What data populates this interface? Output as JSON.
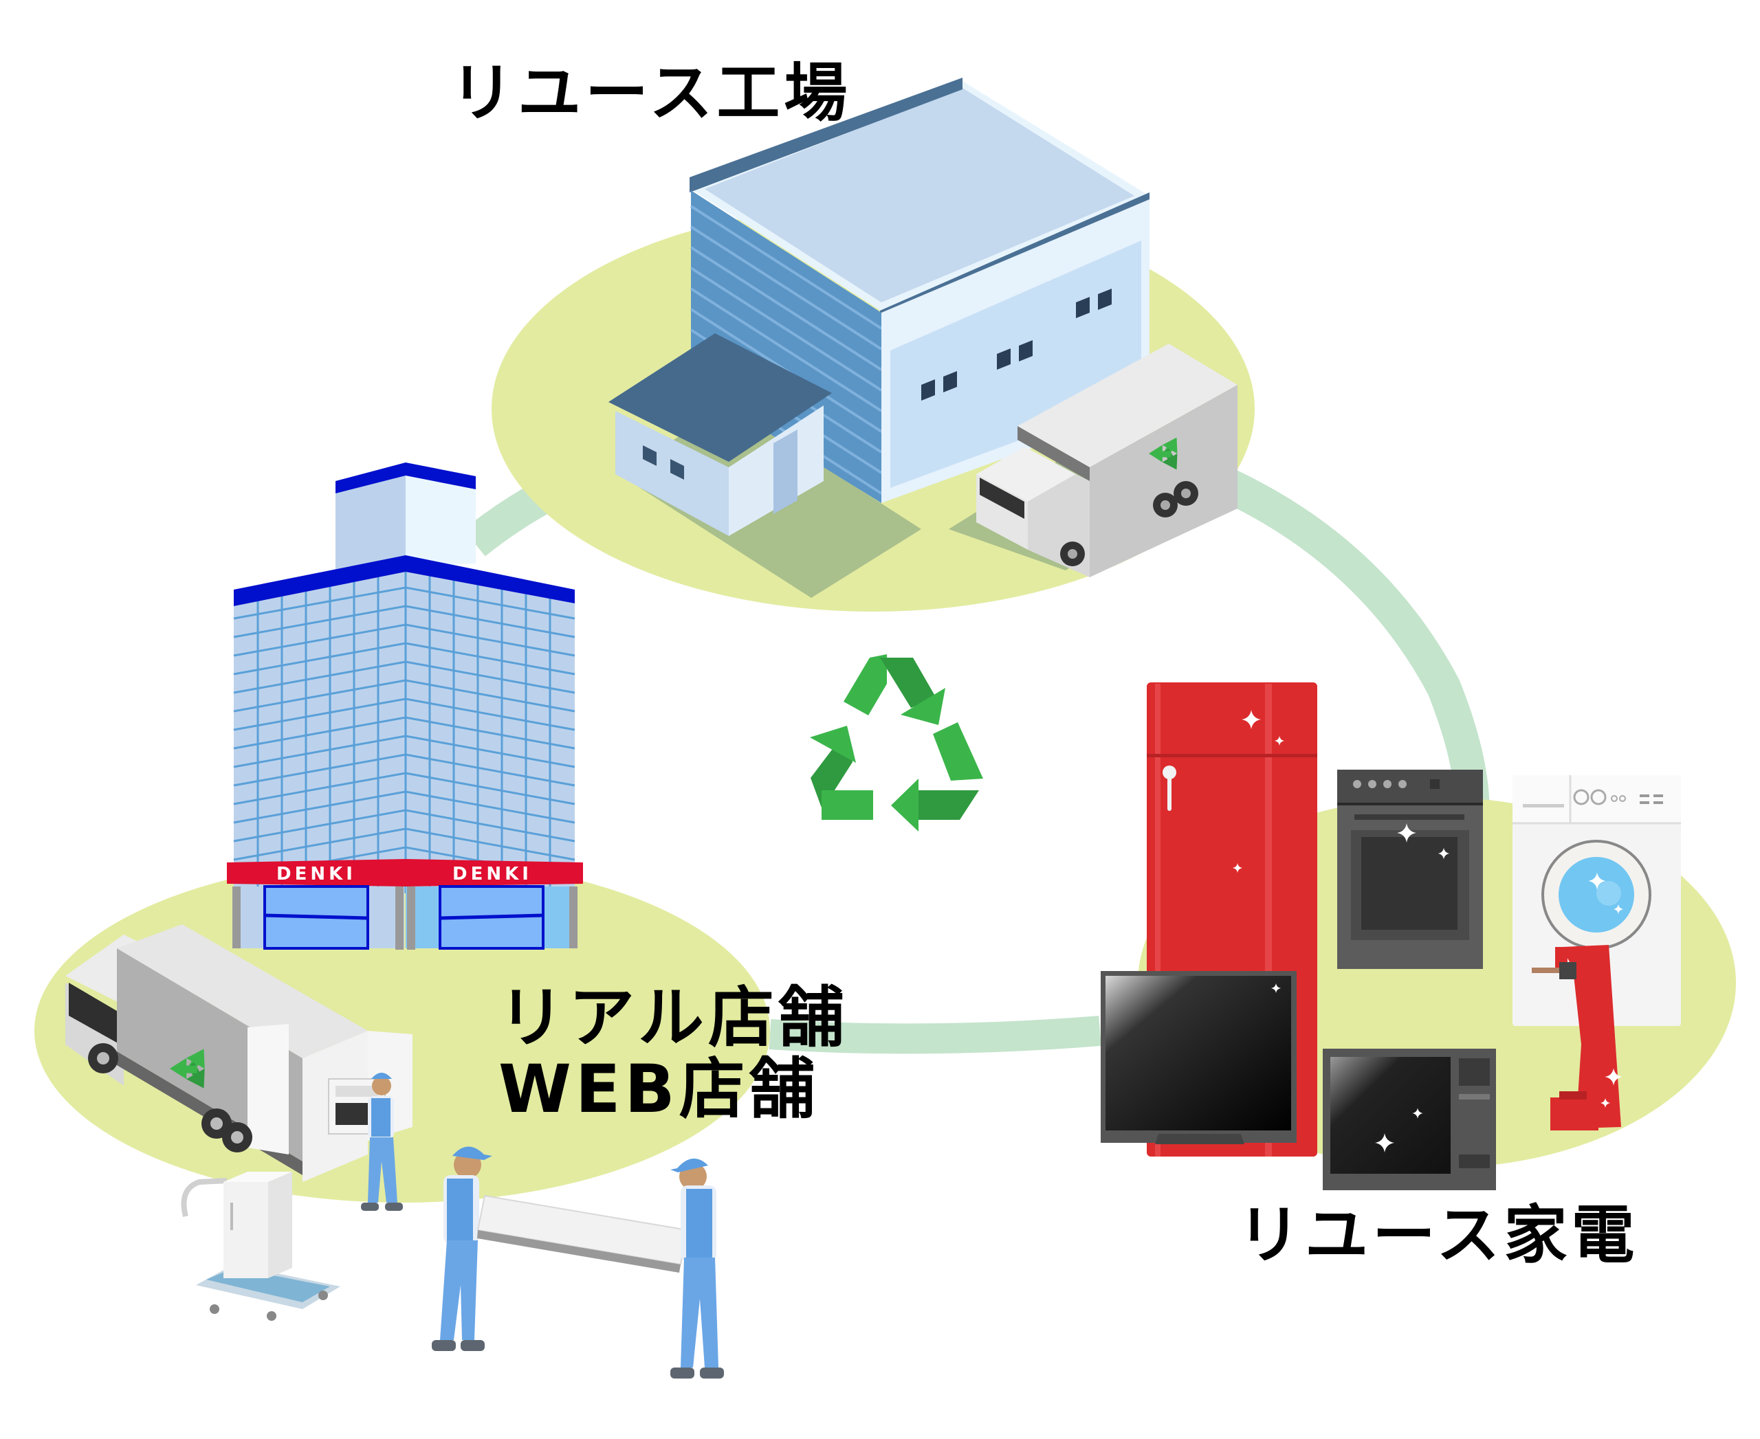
{
  "diagram": {
    "type": "reuse-cycle",
    "nodes": [
      {
        "id": "factory",
        "label": "リユース工場"
      },
      {
        "id": "store",
        "label_lines": [
          "リアル店舗",
          "WEB店舗"
        ]
      },
      {
        "id": "appliances",
        "label": "リユース家電"
      }
    ],
    "center_icon": "recycle-icon",
    "store_sign": {
      "left": "DENKI",
      "right": "DENKI"
    },
    "appliances": [
      "refrigerator",
      "oven",
      "washing-machine",
      "television",
      "microwave",
      "stand-mixer"
    ],
    "workers": [
      "worker-unloading",
      "worker-carrying-left",
      "worker-carrying-right"
    ],
    "colors": {
      "platform": "#e3eba0",
      "cycle_ring": "#c4e4cc",
      "recycle_light": "#3bb54a",
      "recycle_dark": "#2f9a3f",
      "store_sign": "#e00e30",
      "store_trim": "#0010cc",
      "fridge_red": "#dc2b2d"
    }
  }
}
